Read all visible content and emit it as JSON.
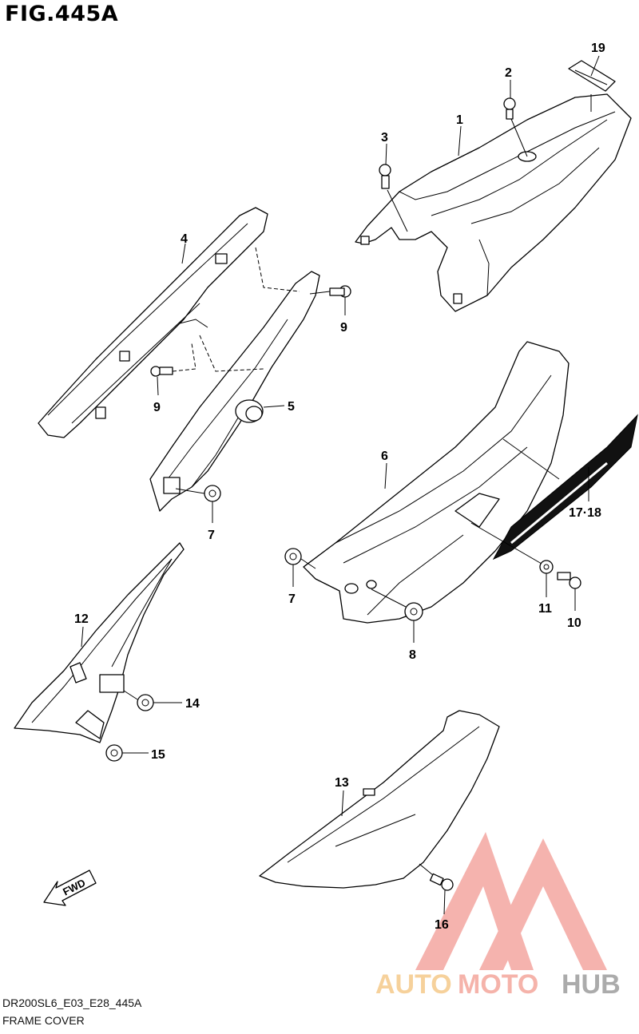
{
  "figure": {
    "title": "FIG.445A",
    "diagram_code": "DR200SL6_E03_E28_445A",
    "diagram_name": "FRAME COVER"
  },
  "callouts": {
    "c1": "1",
    "c2": "2",
    "c3": "3",
    "c4": "4",
    "c5": "5",
    "c6": "6",
    "c7a": "7",
    "c7b": "7",
    "c8": "8",
    "c9a": "9",
    "c9b": "9",
    "c10": "10",
    "c11": "11",
    "c12": "12",
    "c13": "13",
    "c14": "14",
    "c15": "15",
    "c16": "16",
    "c17_18": "17·18",
    "c19": "19"
  },
  "fwd_arrow": {
    "label": "FWD"
  },
  "watermark": {
    "part1": "AUTO",
    "part2": "MOTO",
    "part3": "HUB",
    "colors": {
      "auto": "#f4c27a",
      "moto": "#f29a8e",
      "hub": "#9b9b9b",
      "triangle": "#ef7f78"
    }
  }
}
